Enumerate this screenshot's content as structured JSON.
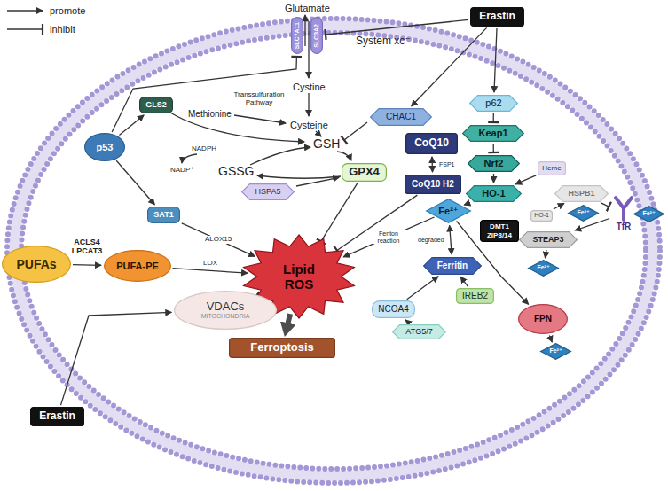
{
  "diagram": {
    "nodes": [
      {
        "text": [
          "Erastin"
        ]
      },
      {
        "text": [
          "SLC7A11"
        ]
      },
      {
        "text": [
          "SLC3A2"
        ]
      },
      {
        "text": [
          "CHAC1"
        ]
      },
      {
        "text": [
          "p62"
        ]
      },
      {
        "text": [
          "Keap1"
        ]
      },
      {
        "text": [
          "Nrf2"
        ]
      },
      {
        "text": [
          "HO-1"
        ]
      },
      {
        "text": [
          "Heme"
        ]
      },
      {
        "text": [
          "HSPB1"
        ]
      },
      {
        "text": [
          "HO-1"
        ]
      },
      {
        "text": [
          "CoQ10"
        ]
      },
      {
        "text": [
          "CoQ10 H2"
        ]
      },
      {
        "text": [
          "GLS2"
        ]
      },
      {
        "text": [
          "p53"
        ]
      },
      {
        "text": [
          "GPX4"
        ]
      },
      {
        "text": [
          "HSPA5"
        ]
      },
      {
        "text": [
          "SAT1"
        ]
      },
      {
        "text": [
          "PUFAs"
        ]
      },
      {
        "text": [
          "PUFA-PE"
        ]
      },
      {
        "text": [
          "Lipid ROS"
        ]
      },
      {
        "text": [
          "Fe²⁺"
        ]
      },
      {
        "text": [
          "Ferritin"
        ]
      },
      {
        "text": [
          "TfR"
        ]
      },
      {
        "text": [
          "Fe³⁺"
        ]
      },
      {
        "text": [
          "Fe²⁺"
        ]
      },
      {
        "text": [
          "STEAP3"
        ]
      },
      {
        "text": [
          "Fe²⁺"
        ]
      },
      {
        "text": [
          "DMT1 ZIP8/14"
        ]
      },
      {
        "text": [
          "NCOA4"
        ]
      },
      {
        "text": [
          "IREB2"
        ]
      },
      {
        "text": [
          "ATG5/7"
        ]
      },
      {
        "text": [
          "FPN"
        ]
      },
      {
        "text": [
          "Fe²⁺"
        ]
      },
      {
        "text": [
          "VDACs",
          "MITOCHONDRIA"
        ]
      },
      {
        "text": [
          "Ferroptosis"
        ]
      },
      {
        "text": [
          "Erastin"
        ]
      }
    ],
    "edges": [
      {
        "from": 0,
        "to": 2,
        "arrow": "to"
      },
      {
        "from": 0,
        "to": 3,
        "arrow": "to"
      },
      {
        "from": 0,
        "to": 4,
        "arrow": "to"
      },
      {
        "from": 4,
        "to": 5,
        "arrow": "to"
      },
      {
        "from": 5,
        "to": 6,
        "arrow": "to"
      },
      {
        "from": 6,
        "to": 7,
        "arrow": "to"
      },
      {
        "from": 8,
        "to": 7,
        "arrow": "to"
      },
      {
        "from": 7,
        "to": 21,
        "arrow": "to"
      },
      {
        "from": 9,
        "to": 23,
        "arrow": "to"
      },
      {
        "from": 10,
        "to": 9,
        "arrow": "to"
      },
      {
        "from": 23,
        "to": 26,
        "arrow": "to"
      },
      {
        "from": 26,
        "to": 27,
        "arrow": "to"
      },
      {
        "from": 21,
        "to": 20,
        "arrow": "to",
        "label": "Fenton reaction"
      },
      {
        "from": 21,
        "to": 22,
        "arrow": "both",
        "label": "degraded"
      },
      {
        "from": 29,
        "to": 22,
        "arrow": "to"
      },
      {
        "from": 30,
        "to": 22,
        "arrow": "to"
      },
      {
        "from": 31,
        "to": 29,
        "arrow": "to"
      },
      {
        "from": 21,
        "to": 32,
        "arrow": "to"
      },
      {
        "from": 32,
        "to": 33,
        "arrow": "to"
      },
      {
        "from": 12,
        "to": 20,
        "arrow": "to"
      },
      {
        "from": 11,
        "to": 12,
        "arrow": "both",
        "label": "FSP1"
      },
      {
        "from": 15,
        "to": 20,
        "arrow": "to"
      },
      {
        "from": 16,
        "to": 15,
        "arrow": "to"
      },
      {
        "from": 14,
        "to": 13,
        "arrow": "to"
      },
      {
        "from": 14,
        "to": 17,
        "arrow": "to"
      },
      {
        "from": 14,
        "to": 1,
        "arrow": "to"
      },
      {
        "from": 17,
        "to": 20,
        "arrow": "to",
        "label": "ALOX15"
      },
      {
        "from": 18,
        "to": 19,
        "arrow": "to",
        "label": "ACLS4 LPCAT3"
      },
      {
        "from": 19,
        "to": 20,
        "arrow": "to",
        "label": "LOX"
      },
      {
        "from": 34,
        "to": 20,
        "arrow": "to"
      },
      {
        "from": 36,
        "to": 34,
        "arrow": "to"
      },
      {
        "from": 20,
        "to": 35,
        "arrow": "to"
      }
    ],
    "labels": [
      "Glutamate",
      "System xc⁻",
      "Cystine",
      "Cysteine",
      "Methionine",
      "Transsulfuration Pathway",
      "NADPH",
      "NADP⁺",
      "GSH",
      "GSSG"
    ],
    "legend": [
      {
        "text": "promote"
      },
      {
        "text": "inhibit"
      }
    ]
  }
}
